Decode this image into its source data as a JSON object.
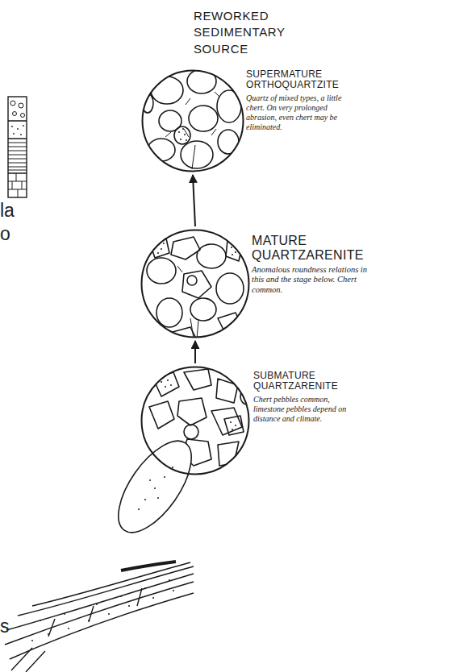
{
  "diagram": {
    "title": "REWORKED SEDIMENTARY SOURCE",
    "nodes": [
      {
        "text": [
          "SUPERMATURE ORTHOQUARTZITE",
          "Quartz of mixed types, a little chert. On very prolonged abrasion, even chert may be eliminated."
        ]
      },
      {
        "text": [
          "MATURE QUARTZARENITE",
          "Anomalous roundness relations in this and the stage below. Chert common."
        ]
      },
      {
        "text": [
          "SUBMATURE QUARTZARENITE",
          "Chert pebbles common, limestone pebbles depend on distance and climate."
        ]
      }
    ],
    "edges": [
      {
        "from": 2,
        "to": 1,
        "arrow": "to"
      },
      {
        "from": 1,
        "to": 0,
        "arrow": "to"
      }
    ],
    "labels": [
      "la",
      "o",
      "s"
    ]
  }
}
